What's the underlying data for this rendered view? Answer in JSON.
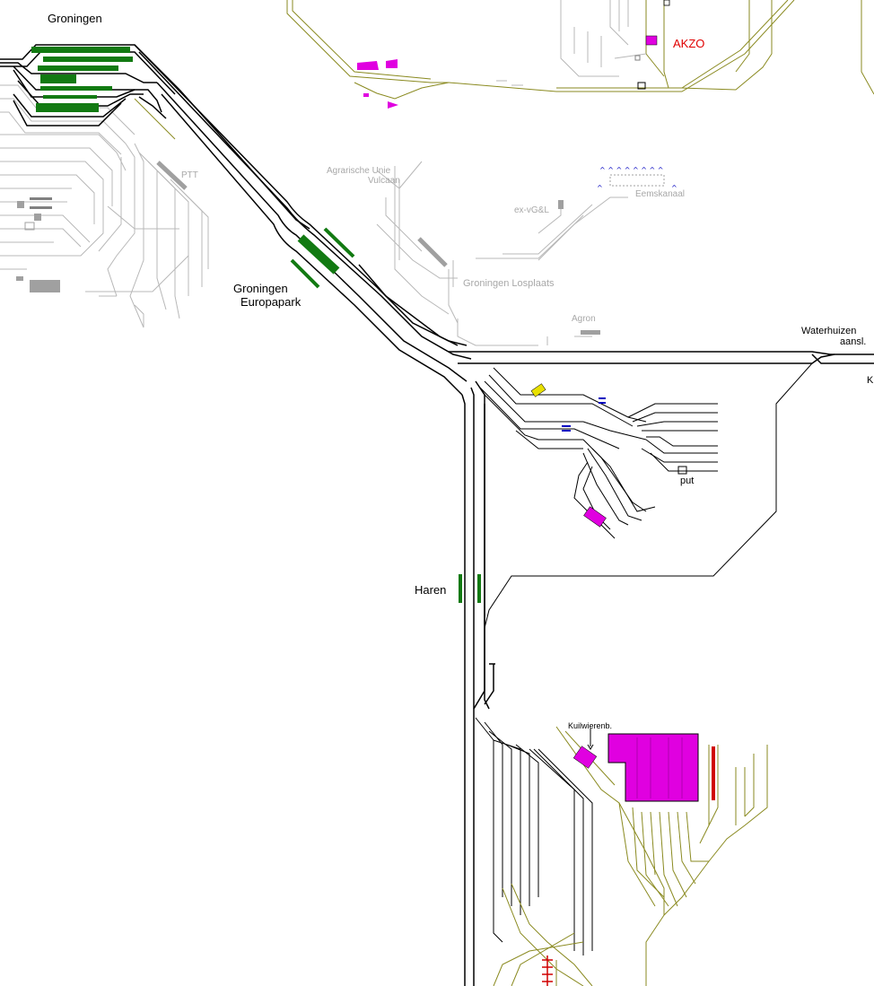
{
  "stations": {
    "groningen": "Groningen",
    "europapark_line1": "Groningen",
    "europapark_line2": "Europapark",
    "haren": "Haren",
    "losplaats": "Groningen Losplaats",
    "waterhuizen_line1": "Waterhuizen",
    "waterhuizen_line2": "aansl.",
    "edge_k": "K"
  },
  "sidings": {
    "ptt": "PTT",
    "agrarische_line1": "Agrarische Unie",
    "agrarische_line2": "Vulcaan",
    "ex_vgl": "ex-vG&L",
    "eemskanaal": "Eemskanaal",
    "agron": "Agron",
    "put": "put",
    "akzo": "AKZO",
    "kuilwierenb": "Kuilwierenb."
  },
  "colors": {
    "main_track": "#000000",
    "side_track": "#b4b4b4",
    "industrial_track": "#8a8a20",
    "platform": "#127a12",
    "building_magenta": "#e000e0",
    "building_grey": "#a0a0a0",
    "marker_yellow": "#e8e000",
    "marker_blue": "#0000c0",
    "marker_red": "#d00000"
  }
}
